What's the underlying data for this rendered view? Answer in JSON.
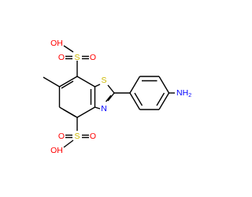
{
  "molecule": {
    "atom_labels": {
      "sulfonic_top": {
        "oh": "OH",
        "s": "S",
        "o_double_left": "O",
        "o_double_right": "O"
      },
      "sulfonic_bottom": {
        "oh": "OH",
        "s": "S",
        "o_double_left": "O",
        "o_double_right": "O"
      },
      "ring_sulfur": "S",
      "ring_nitrogen": "N",
      "amine": {
        "n": "N",
        "h": "H",
        "h_count": "2"
      }
    },
    "colors": {
      "carbon_bond": "#000000",
      "oxygen": "#ff0000",
      "sulfur": "#ccb800",
      "nitrogen": "#0000ff"
    }
  }
}
